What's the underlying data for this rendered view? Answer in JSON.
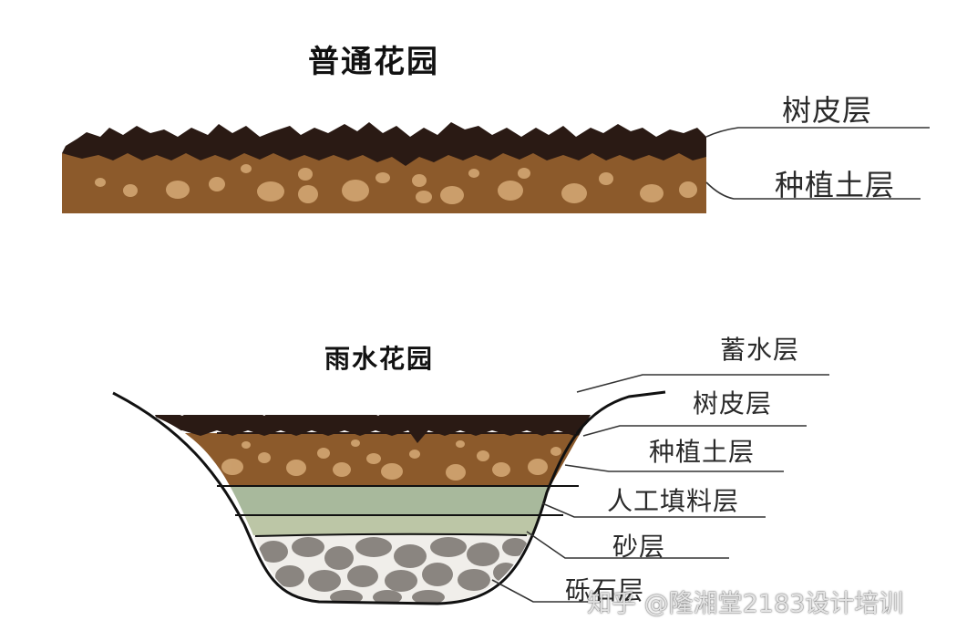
{
  "diagrams": [
    {
      "title": "普通花园",
      "layers": [
        {
          "label": "树皮层"
        },
        {
          "label": "种植土层"
        }
      ]
    },
    {
      "title": "雨水花园",
      "layers": [
        {
          "label": "蓄水层"
        },
        {
          "label": "树皮层"
        },
        {
          "label": "种植土层"
        },
        {
          "label": "人工填料层"
        },
        {
          "label": "砂层"
        },
        {
          "label": "砾石层"
        }
      ]
    }
  ],
  "watermark": "知乎 @隆湘堂2183设计培训",
  "colors": {
    "bark": "#2a1a14",
    "soil": "#8c5a2b",
    "soil_pebble": "#d2a673",
    "filler": "#a8b99c",
    "sand": "#bcc6a6",
    "gravel_stone": "#8a8580",
    "gravel_bg": "#f0eeea",
    "outline": "#111111"
  }
}
